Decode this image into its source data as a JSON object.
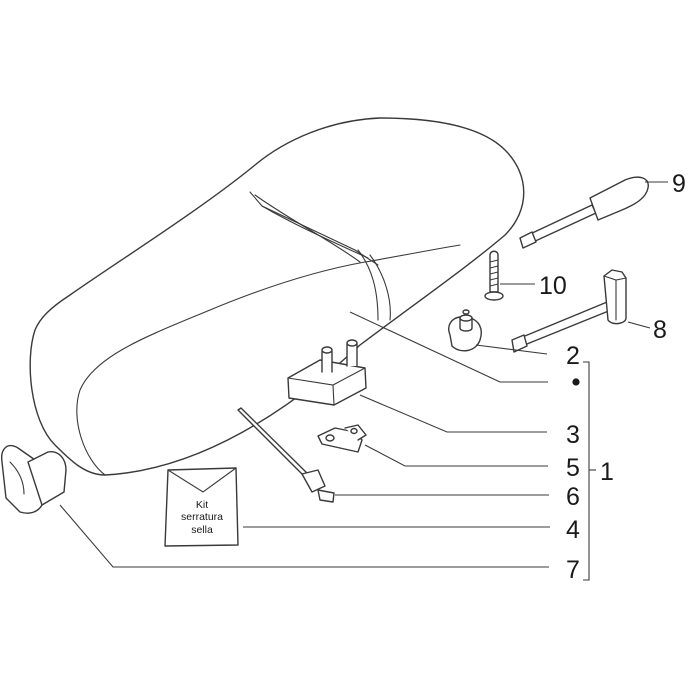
{
  "callouts": {
    "c1": "1",
    "c2": "2",
    "c3": "3",
    "c4": "4",
    "c5": "5",
    "c6": "6",
    "c7": "7",
    "c8": "8",
    "c9": "9",
    "c10": "10"
  },
  "kit_label": {
    "line1": "Kit",
    "line2": "serratura",
    "line3": "sella"
  },
  "colors": {
    "line": "#3a3a3a",
    "text": "#1a1a1a",
    "background": "#ffffff"
  }
}
